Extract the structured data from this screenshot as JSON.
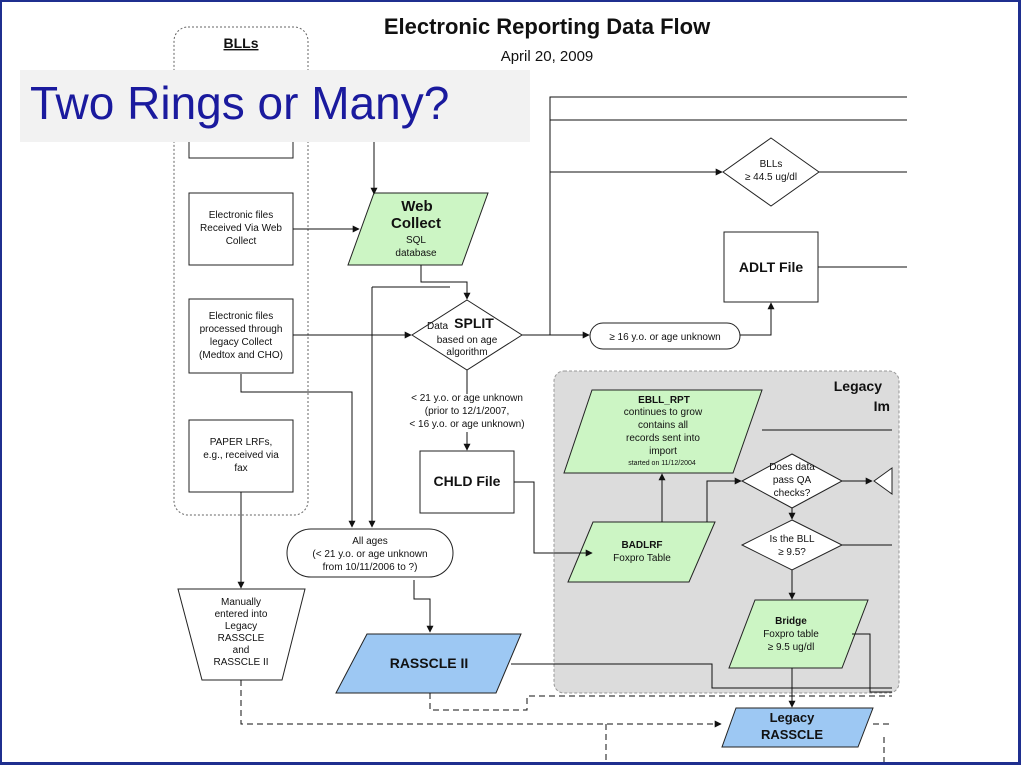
{
  "slide": {
    "heading": "Two Rings or Many?"
  },
  "diagram": {
    "title": "Electronic Reporting Data Flow",
    "date": "April 20, 2009",
    "bll_group_label": "BLLs",
    "nodes": {
      "files_webcollect": [
        "Electronic files",
        "Received Via Web",
        "Collect"
      ],
      "files_legacy": [
        "Electronic files",
        "processed through",
        "legacy Collect",
        "(Medtox and CHO)"
      ],
      "paper_lrfs": [
        "PAPER LRFs,",
        "e.g., received via",
        "fax"
      ],
      "manual_entry": [
        "Manually",
        "entered into",
        "Legacy",
        "RASSCLE",
        "and",
        "RASSCLE II"
      ],
      "web_collect": {
        "title": [
          "Web",
          "Collect"
        ],
        "sub": [
          "SQL",
          "database"
        ]
      },
      "split": {
        "prefix": "Data",
        "title": "SPLIT",
        "sub": [
          "based on age",
          "algorithm"
        ]
      },
      "bll_threshold": [
        "BLLs",
        "≥ 44.5 ug/dl"
      ],
      "adlt_file": "ADLT File",
      "age16": "≥ 16 y.o. or age unknown",
      "under21_note": [
        "< 21 y.o. or age unknown",
        "(prior to 12/1/2007,",
        "< 16 y.o. or age unknown)"
      ],
      "chld_file": "CHLD File",
      "all_ages": [
        "All ages",
        "(< 21 y.o. or age unknown",
        "from 10/11/2006 to ?)"
      ],
      "rasscle_ii": "RASSCLE II",
      "legacy_import": [
        "Legacy",
        "Im"
      ],
      "ebll_rpt": {
        "title": "EBLL_RPT",
        "lines": [
          "continues to grow",
          "contains all",
          "records sent into",
          "import"
        ],
        "tiny": "started on 11/12/2004"
      },
      "badlrf": {
        "title": "BADLRF",
        "sub": "Foxpro Table"
      },
      "qa_check": [
        "Does data",
        "pass QA",
        "checks?"
      ],
      "bll_check": [
        "Is the BLL",
        "≥ 9.5?"
      ],
      "bridge": {
        "title": "Bridge",
        "lines": [
          "Foxpro table",
          "≥ 9.5 ug/dl"
        ]
      },
      "legacy_rasscle": [
        "Legacy",
        "RASSCLE"
      ]
    }
  }
}
